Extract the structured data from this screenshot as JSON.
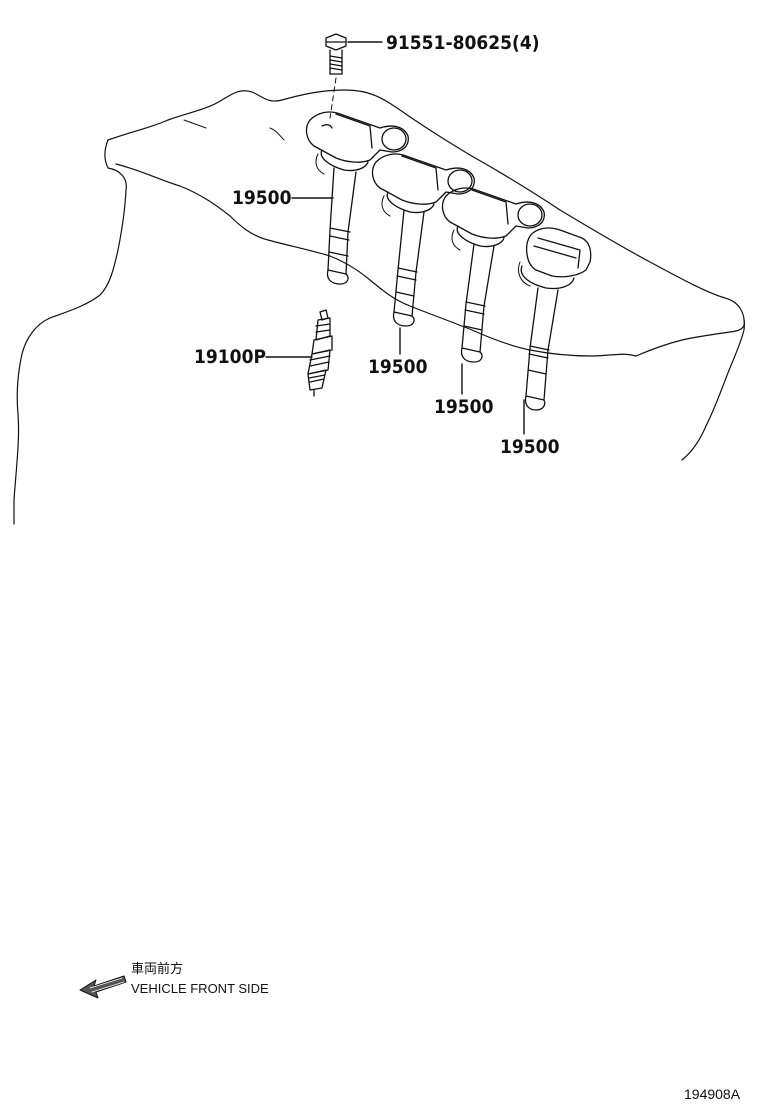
{
  "diagram": {
    "parts": [
      {
        "id": "bolt",
        "part_number": "91551-80625(4)"
      },
      {
        "id": "coil-1",
        "part_number": "19500"
      },
      {
        "id": "coil-2",
        "part_number": "19500"
      },
      {
        "id": "coil-3",
        "part_number": "19500"
      },
      {
        "id": "coil-4",
        "part_number": "19500"
      },
      {
        "id": "spark-plug",
        "part_number": "19100P"
      }
    ],
    "direction_note": {
      "jp": "車両前方",
      "en": "VEHICLE FRONT SIDE"
    },
    "figure_code": "194908A"
  }
}
